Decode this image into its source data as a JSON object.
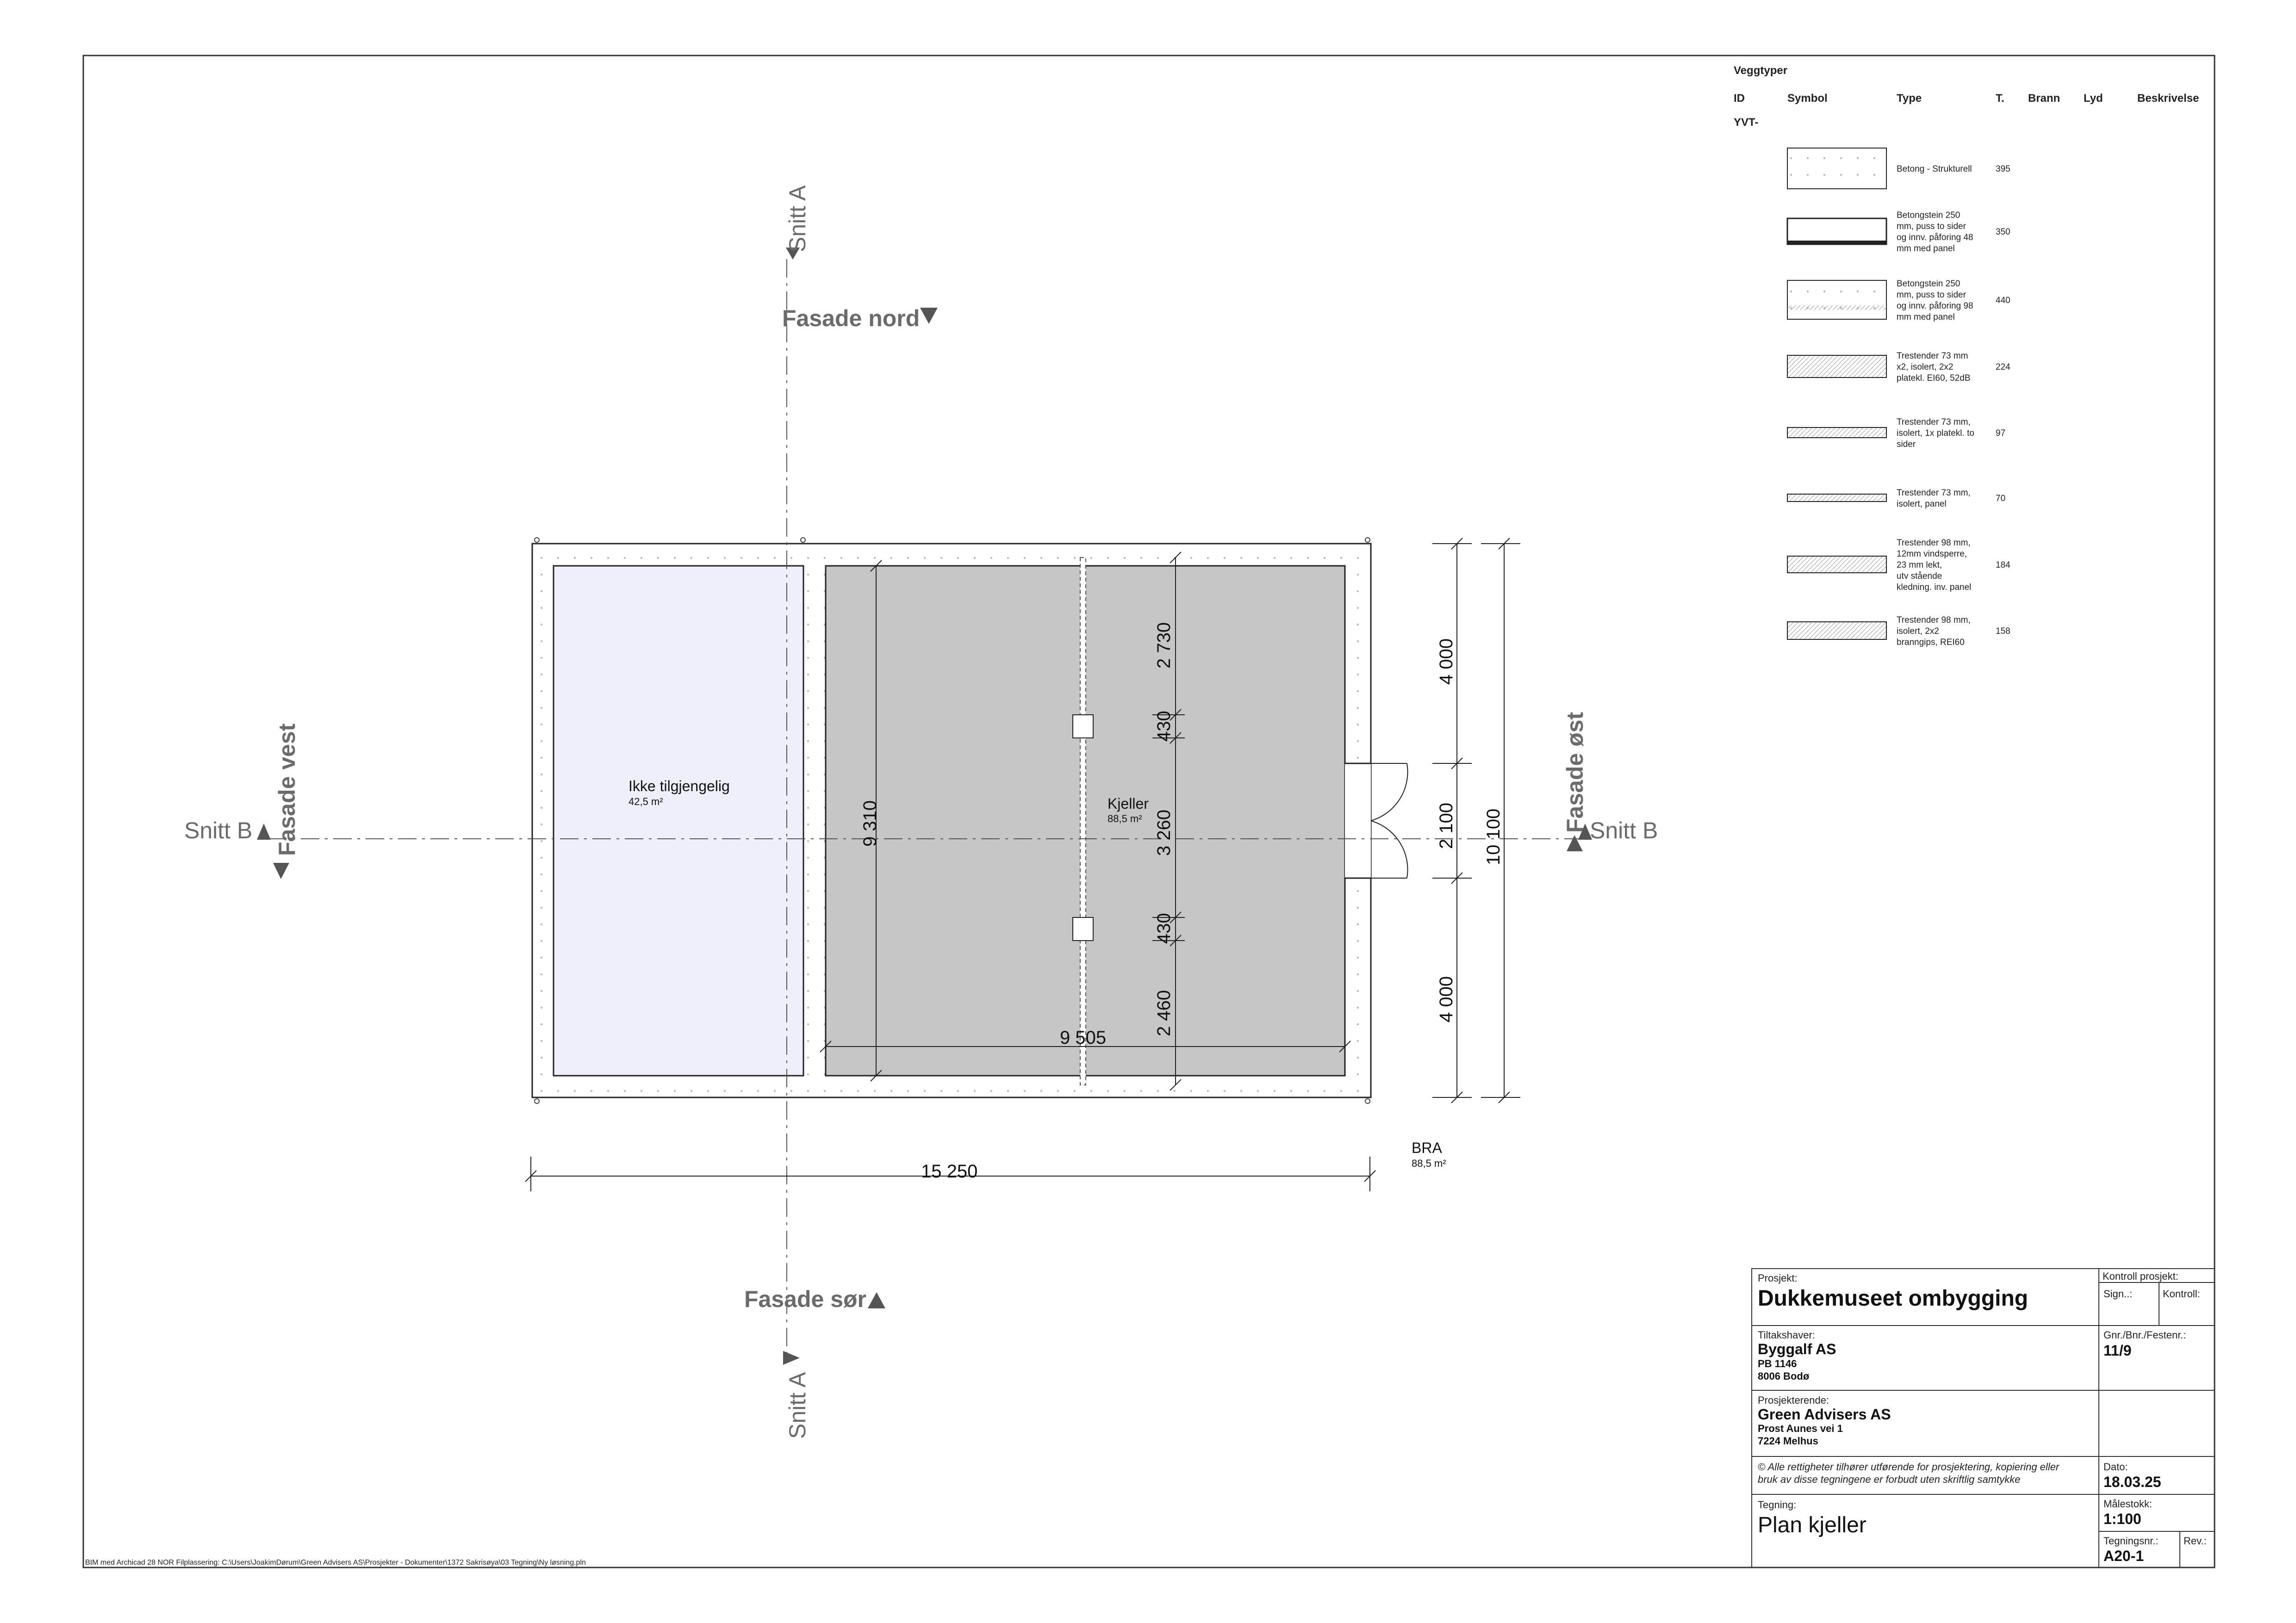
{
  "footer": "BIM med Archicad 28 NOR  Filplassering: C:\\Users\\JoakimDørum\\Green Advisers AS\\Prosjekter - Dokumenter\\1372 Sakrisøya\\03 Tegning\\Ny løsning.pln",
  "plan": {
    "section_labels": {
      "snitt_a_top": "Snitt A",
      "snitt_a_bottom": "Snitt A",
      "snitt_b_left": "Snitt B",
      "snitt_b_right": "Snitt B"
    },
    "facade_labels": {
      "nord": "Fasade nord",
      "sor": "Fasade sør",
      "vest": "Fasade vest",
      "ost": "Fasade øst"
    },
    "rooms": [
      {
        "name": "Ikke tilgjengelig",
        "area": "42,5 m²"
      },
      {
        "name": "Kjeller",
        "area": "88,5 m²"
      }
    ],
    "bra": {
      "label": "BRA",
      "area": "88,5 m²"
    },
    "dimensions": {
      "total_width": "15 250",
      "inner_width": "9 505",
      "inner_height": "9 310",
      "total_height": "10 100",
      "right_top": "4 000",
      "right_mid": "2 100",
      "right_bottom": "4 000",
      "col_top": "2 730",
      "col_430a": "430",
      "col_mid": "3 260",
      "col_430b": "430",
      "col_bottom": "2 460"
    }
  },
  "legend": {
    "title": "Veggtyper",
    "headers": {
      "id": "ID",
      "symbol": "Symbol",
      "type": "Type",
      "t": "T.",
      "brann": "Brann",
      "lyd": "Lyd",
      "beskrivelse": "Beskrivelse"
    },
    "id_prefix": "YVT-",
    "rows": [
      {
        "lines": [
          "Betong - Strukturell"
        ],
        "t": "395"
      },
      {
        "lines": [
          "Betongstein 250",
          "mm, puss to sider",
          "og innv. påforing 48",
          "mm med panel"
        ],
        "t": "350"
      },
      {
        "lines": [
          "Betongstein 250",
          "mm, puss to sider",
          "og innv. påforing 98",
          "mm med panel"
        ],
        "t": "440"
      },
      {
        "lines": [
          "Trestender 73 mm",
          "x2, isolert, 2x2",
          "platekl. EI60, 52dB"
        ],
        "t": "224"
      },
      {
        "lines": [
          "Trestender 73 mm,",
          "isolert, 1x platekl. to",
          "sider"
        ],
        "t": "97"
      },
      {
        "lines": [
          "Trestender 73 mm,",
          "isolert, panel"
        ],
        "t": "70"
      },
      {
        "lines": [
          "Trestender 98 mm,",
          "12mm vindsperre,",
          "23 mm lekt,",
          "utv stående",
          "kledning. inv. panel"
        ],
        "t": "184"
      },
      {
        "lines": [
          "Trestender 98 mm,",
          "isolert, 2x2",
          "branngips, REI60"
        ],
        "t": "158"
      }
    ]
  },
  "title_block": {
    "prosjekt_label": "Prosjekt:",
    "prosjekt": "Dukkemuseet ombygging",
    "kontroll_prosjekt_label": "Kontroll prosjekt:",
    "sign_label": "Sign..:",
    "kontroll_label": "Kontroll:",
    "tiltakshaver_label": "Tiltakshaver:",
    "tiltakshaver_name": "Byggalf AS",
    "tiltakshaver_addr1": "PB 1146",
    "tiltakshaver_addr2": "8006 Bodø",
    "gnr_label": "Gnr./Bnr./Festenr.:",
    "gnr": "11/9",
    "prosjekterende_label": "Prosjekterende:",
    "prosjekterende_name": "Green Advisers AS",
    "prosjekterende_addr1": "Prost Aunes vei 1",
    "prosjekterende_addr2": "7224 Melhus",
    "rights_line1": "© Alle rettigheter tilhører utførende for prosjektering, kopiering eller",
    "rights_line2": "bruk av disse tegningene er forbudt uten skriftlig samtykke",
    "dato_label": "Dato:",
    "dato": "18.03.25",
    "tegning_label": "Tegning:",
    "tegning": "Plan kjeller",
    "malestokk_label": "Målestokk:",
    "malestokk": "1:100",
    "tegningsnr_label": "Tegningsnr.:",
    "tegningsnr": "A20-1",
    "rev_label": "Rev.:"
  }
}
